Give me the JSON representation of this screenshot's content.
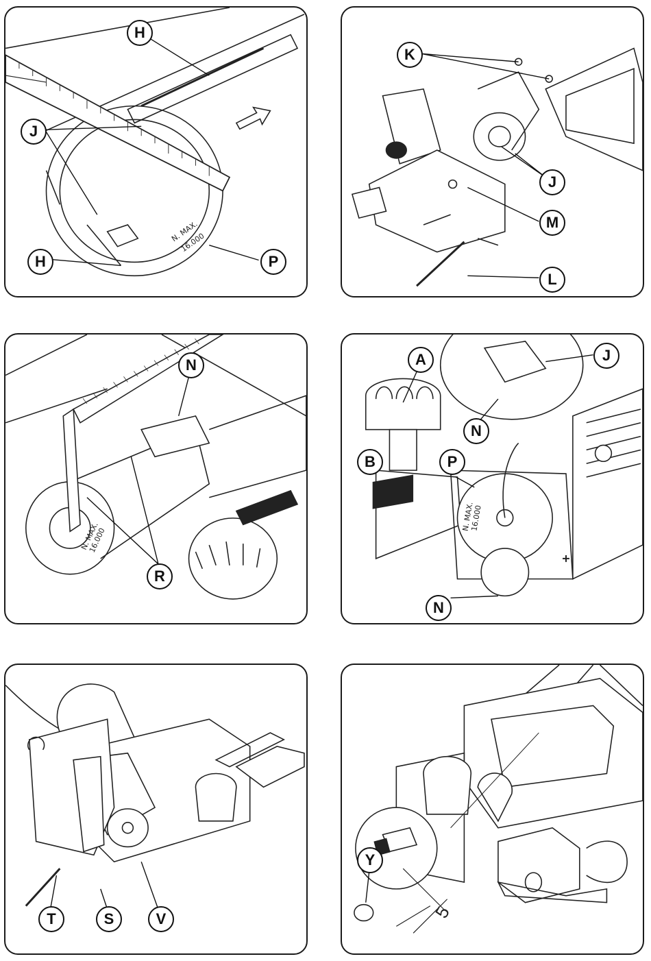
{
  "panels": [
    {
      "id": "p1",
      "labels": [
        "H",
        "J",
        "H",
        "P"
      ],
      "engraving": [
        "N. MAX.",
        "16.000"
      ]
    },
    {
      "id": "p2",
      "labels": [
        "K",
        "J",
        "M",
        "L"
      ]
    },
    {
      "id": "p3",
      "labels": [
        "N",
        "R"
      ],
      "engraving": [
        "N. MAX.",
        "16.000"
      ]
    },
    {
      "id": "p4",
      "labels": [
        "A",
        "J",
        "N",
        "B",
        "P",
        "N"
      ],
      "engraving": [
        "N. MAX.",
        "16.000"
      ]
    },
    {
      "id": "p5",
      "labels": [
        "T",
        "S",
        "V"
      ]
    },
    {
      "id": "p6",
      "labels": [
        "Y"
      ],
      "dimension": "5"
    }
  ]
}
